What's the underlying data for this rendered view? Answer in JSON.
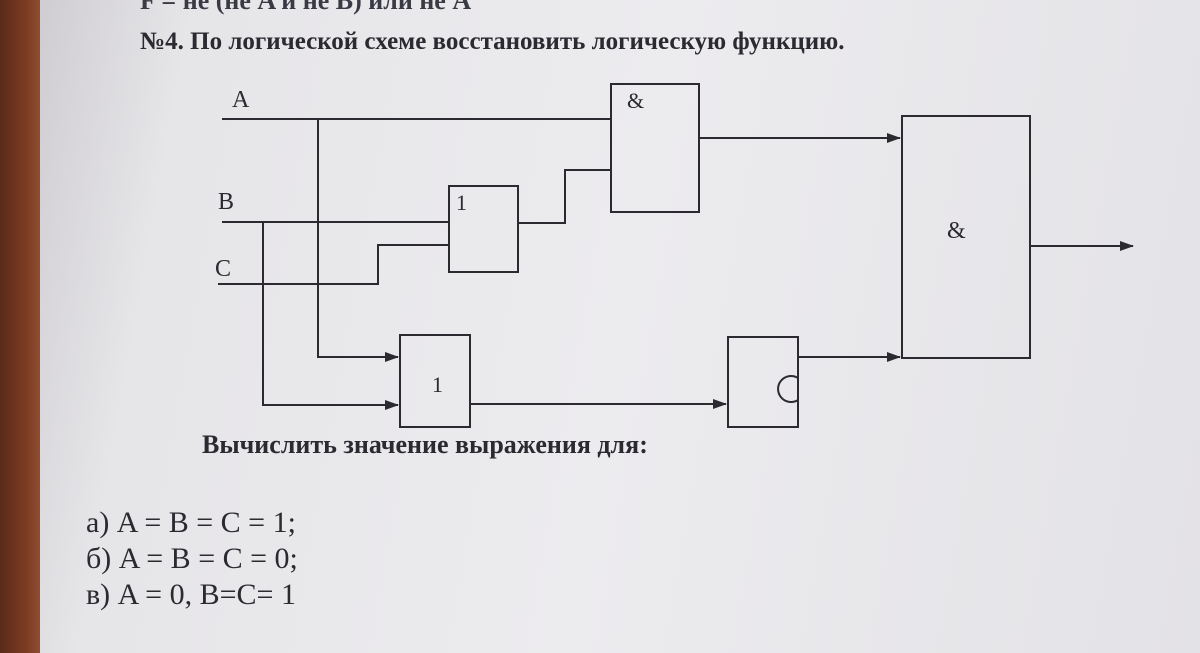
{
  "header": {
    "cut_line": "F = не (не A и не B) или не A",
    "task_title": "№4. По логической схеме восстановить логическую функцию."
  },
  "diagram": {
    "inputs": [
      "A",
      "B",
      "C"
    ],
    "gates": {
      "and_top": "&",
      "or_mid": "1",
      "or_bottom": "1",
      "and_final": "&"
    }
  },
  "prompt": "Вычислить значение выражения для:",
  "cases": [
    "а) A = B = C = 1;",
    "б) A = B = C = 0;",
    "в) A = 0, B=C= 1"
  ],
  "colors": {
    "ink": "#2a2a30",
    "paper": "#ecebee",
    "desk": "#7d3b22"
  }
}
